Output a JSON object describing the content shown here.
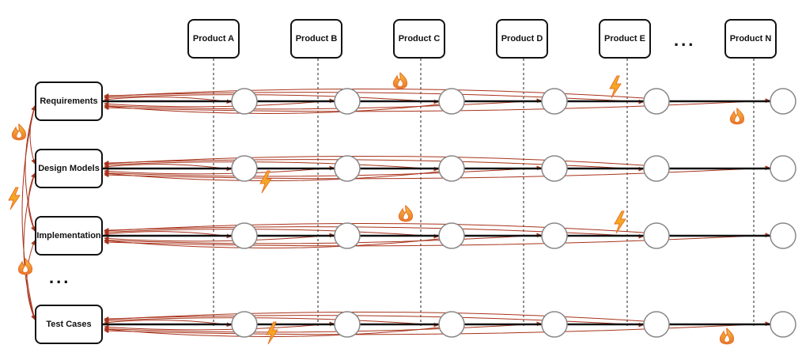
{
  "products": [
    "Product A",
    "Product B",
    "Product C",
    "Product D",
    "Product E",
    "Product N"
  ],
  "products_ellipsis": "...",
  "artifacts": [
    "Requirements",
    "Design Models",
    "Implementation",
    "Test Cases"
  ],
  "artifacts_ellipsis": "...",
  "colors": {
    "trace_link": "#a8321a",
    "timeline": "#111111",
    "node_border": "#888888",
    "guide": "#222222",
    "fire": "#e8742a",
    "bolt": "#f5a623"
  },
  "icons": {
    "conflict": "fire-icon",
    "inconsistency": "lightning-icon"
  }
}
